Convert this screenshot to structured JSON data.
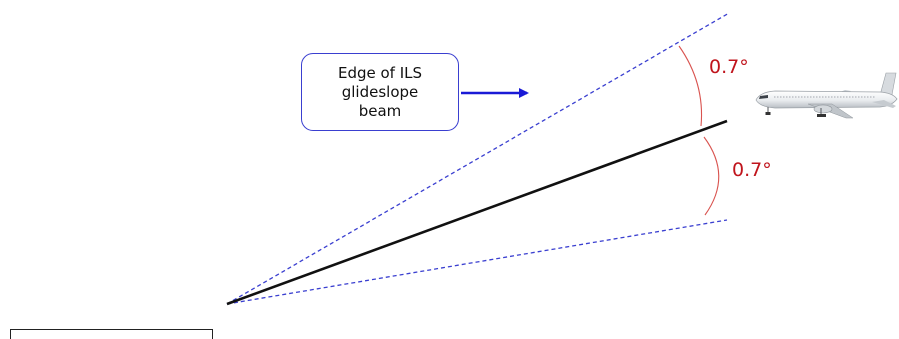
{
  "callout": {
    "text": "Edge of ILS glideslope beam"
  },
  "angles": {
    "upper": "0.7°",
    "lower": "0.7°"
  },
  "colors": {
    "beam_edge": "#3a3fd0",
    "glidepath": "#111111",
    "angle": "#c0141c",
    "arrow": "#1a1ad6"
  },
  "icons": {
    "aircraft": "airliner-icon"
  }
}
